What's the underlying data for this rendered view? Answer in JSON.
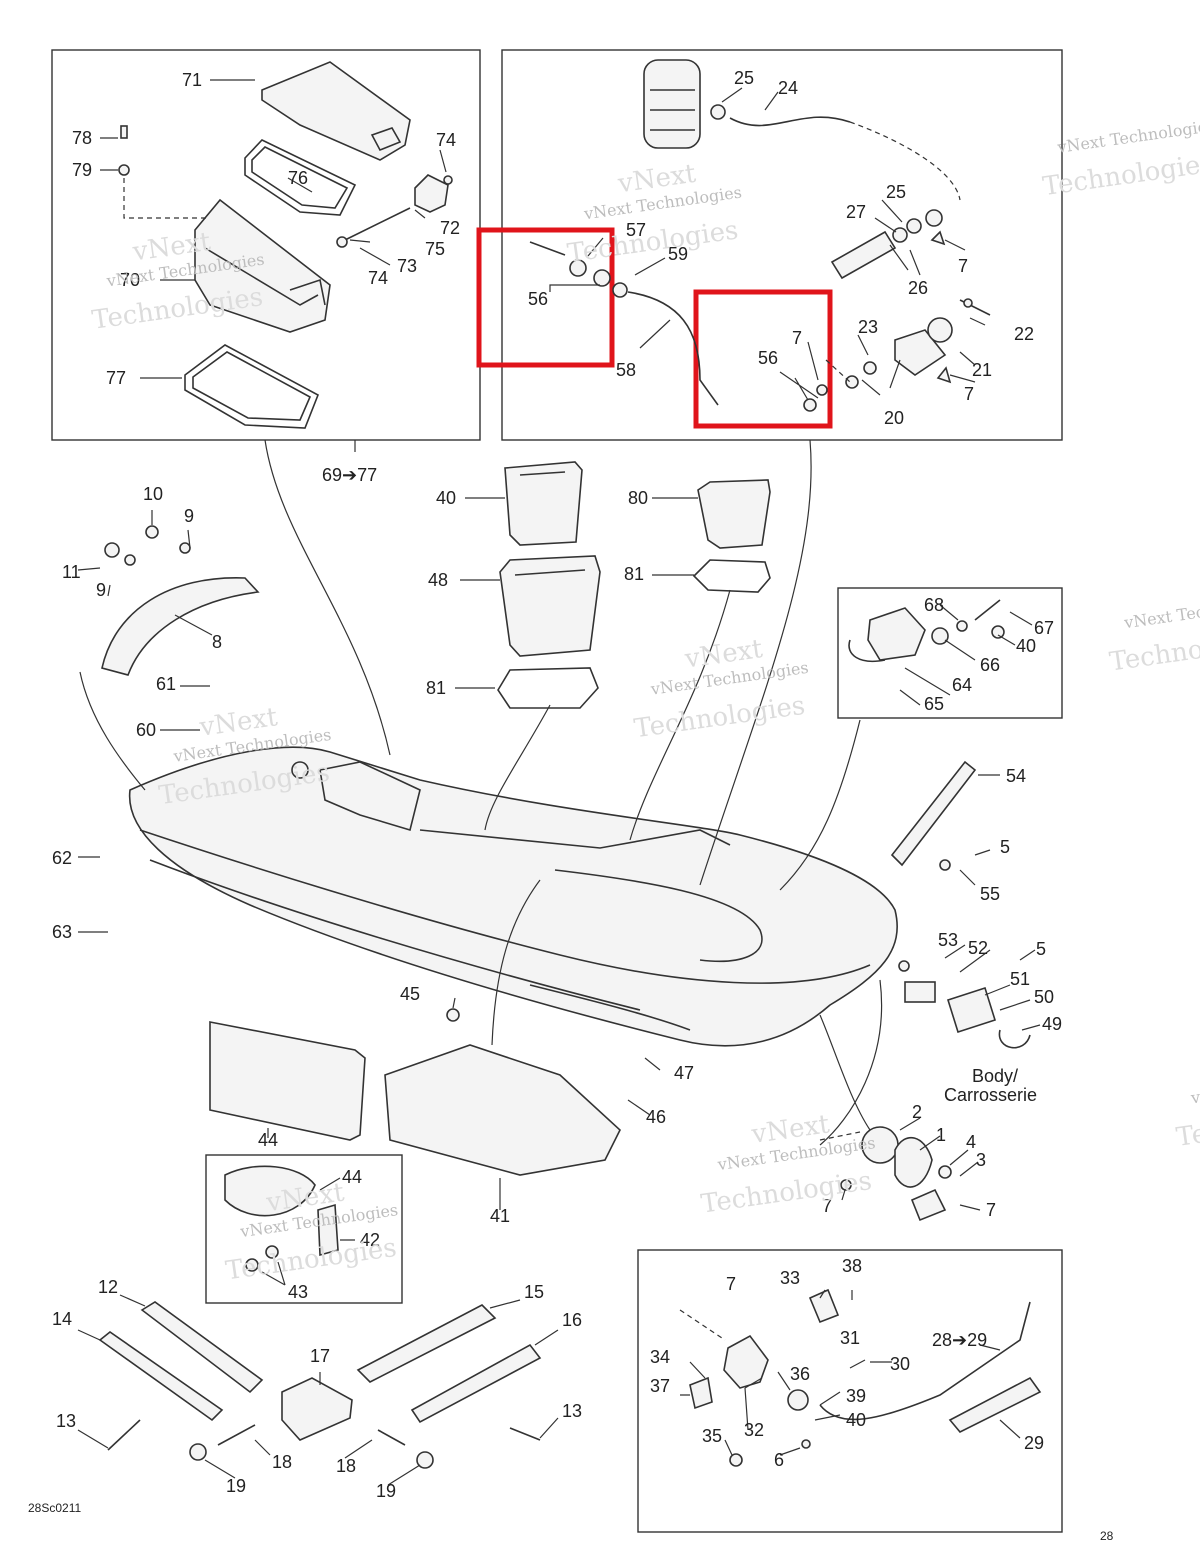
{
  "diagram": {
    "part_numbers": [
      "1",
      "2",
      "3",
      "4",
      "5",
      "6",
      "7",
      "8",
      "9",
      "10",
      "11",
      "12",
      "13",
      "14",
      "15",
      "16",
      "17",
      "18",
      "19",
      "20",
      "21",
      "22",
      "23",
      "24",
      "25",
      "26",
      "27",
      "28",
      "29",
      "30",
      "31",
      "32",
      "33",
      "34",
      "35",
      "36",
      "37",
      "38",
      "39",
      "40",
      "41",
      "42",
      "43",
      "44",
      "45",
      "46",
      "47",
      "48",
      "49",
      "50",
      "51",
      "52",
      "53",
      "54",
      "55",
      "56",
      "57",
      "58",
      "59",
      "60",
      "61",
      "62",
      "63",
      "64",
      "65",
      "66",
      "67",
      "68",
      "70",
      "71",
      "72",
      "73",
      "74",
      "75",
      "76",
      "77",
      "78",
      "79",
      "80",
      "81"
    ],
    "range_labels": {
      "r69_77": "69➔77",
      "r28_29": "28➔29"
    },
    "body_label": {
      "line1": "Body/",
      "line2": "Carrosserie"
    },
    "drawing_code": "28Sc0211",
    "watermark": {
      "line1": "vNext Technologies",
      "line2": "Technologies",
      "line3": "vNext"
    },
    "highlight_color": "#e0141b"
  }
}
